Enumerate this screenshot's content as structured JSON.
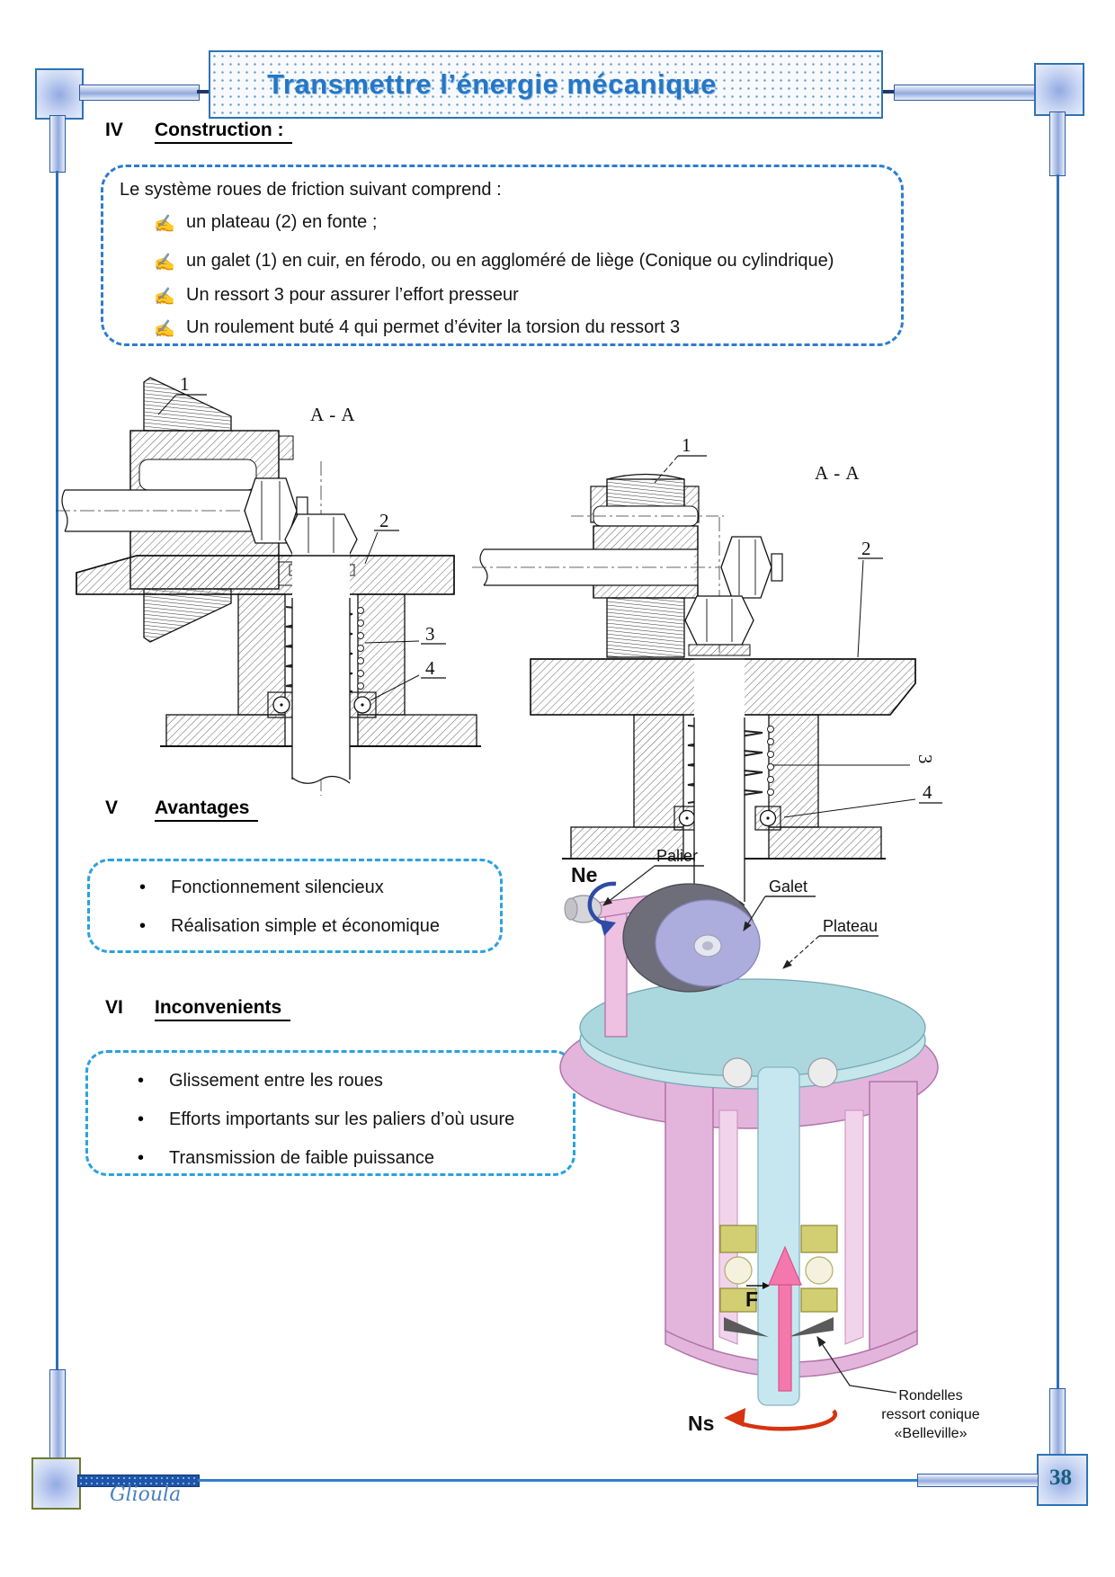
{
  "banner": {
    "title": "Transmettre l’énergie mécanique"
  },
  "headings": {
    "construction": {
      "numeral": "IV",
      "label": "Construction :"
    },
    "avantages": {
      "numeral": "V",
      "label": "Avantages"
    },
    "inconvenients": {
      "numeral": "VI",
      "label": "Inconvenients"
    }
  },
  "construction_box": {
    "intro": "Le système roues de friction suivant comprend :",
    "bullet_icon": "✍",
    "items": [
      "un plateau (2) en fonte ;",
      "un galet (1) en cuir, en férodo, ou en aggloméré de liège (Conique ou cylindrique)",
      "Un ressort 3 pour assurer l’effort presseur",
      "Un roulement buté 4 qui permet d’éviter la torsion du ressort 3"
    ]
  },
  "avantages_box": {
    "bullet_icon": "•",
    "items": [
      "Fonctionnement silencieux",
      "Réalisation simple et économique"
    ]
  },
  "inconvenients_box": {
    "bullet_icon": "•",
    "items": [
      "Glissement entre les roues",
      "Efforts importants sur les paliers d’où usure",
      "Transmission de faible puissance"
    ]
  },
  "drawings": {
    "left": {
      "section_label": "A - A",
      "labels": [
        "1",
        "2",
        "3",
        "4"
      ]
    },
    "right": {
      "section_label": "A - A",
      "labels": [
        "1",
        "2",
        "3",
        "4"
      ]
    }
  },
  "figure3d": {
    "ne": "Ne",
    "ns": "Ns",
    "force": "F",
    "palier": "Palier",
    "galet": "Galet",
    "plateau": "Plateau",
    "rondelles_1": "Rondelles",
    "rondelles_2": "ressort conique",
    "rondelles_3": "«Belleville»"
  },
  "footer": {
    "signature": "Glioula",
    "page_number": "38"
  },
  "colors": {
    "frame_blue": "#2E74B5",
    "title_blue": "#2577c5",
    "dash_blue_dark": "#2b7dd1",
    "dash_blue_light": "#2ba2de",
    "ne_blue": "#2c3b94",
    "ns_red": "#d6330e",
    "force_pink": "#f478ac",
    "page_number_teal": "#175f7e",
    "signature_blue": "#4a7fc1",
    "plateau_teal": "#abd8de",
    "galet_lavender": "#adaddd",
    "palier_pink": "#e3b5dc",
    "bearing_olive": "#d2ce72",
    "corner_olive": "#6e7b2e"
  }
}
